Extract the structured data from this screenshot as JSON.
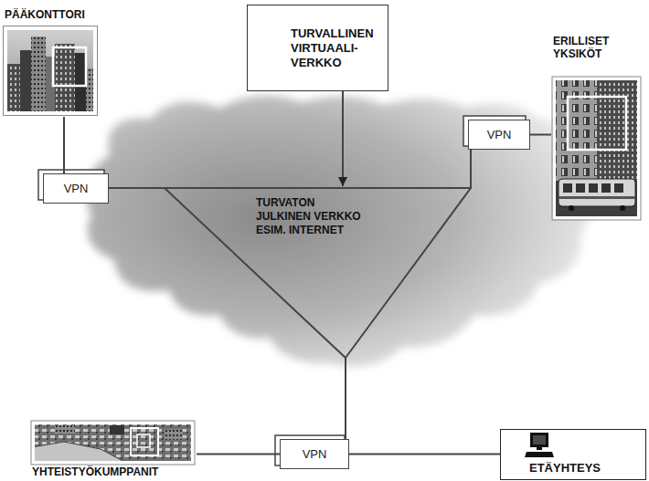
{
  "diagram": {
    "nodes": [
      {
        "text": [
          "PÄÄKONTTORI"
        ]
      },
      {
        "text": [
          "TURVALLINEN VIRTUAALI- VERKKO"
        ]
      },
      {
        "text": [
          "TURVATON JULKINEN VERKKO ESIM. INTERNET"
        ]
      },
      {
        "text": [
          "ERILLISET YKSIKÖT"
        ]
      },
      {
        "text": [
          "VPN"
        ]
      },
      {
        "text": [
          "VPN"
        ]
      },
      {
        "text": [
          "VPN"
        ]
      },
      {
        "text": [
          "YHTEISTYÖKUMPPANIT"
        ]
      },
      {
        "text": [
          "ETÄYHTEYS"
        ]
      }
    ],
    "edges": [
      {
        "from": 0,
        "to": 5,
        "arrow": "none"
      },
      {
        "from": 1,
        "to": 2,
        "arrow": "to"
      },
      {
        "from": 5,
        "to": 4,
        "arrow": "none"
      },
      {
        "from": 4,
        "to": 3,
        "arrow": "none"
      },
      {
        "from": 4,
        "to": 6,
        "arrow": "none"
      },
      {
        "from": 6,
        "to": 5,
        "arrow": "none"
      },
      {
        "from": 7,
        "to": 6,
        "arrow": "none"
      },
      {
        "from": 6,
        "to": 8,
        "arrow": "none"
      }
    ]
  }
}
